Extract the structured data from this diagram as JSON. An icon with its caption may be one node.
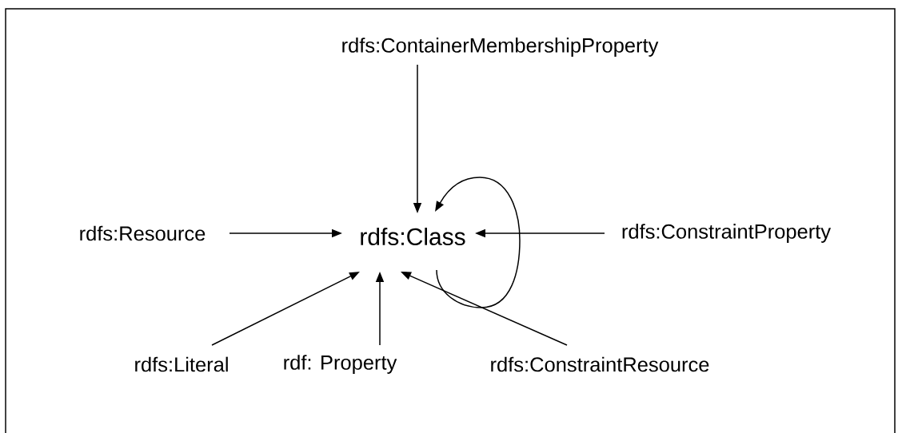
{
  "diagram": {
    "nodes": [
      {
        "text": [
          "rdfs:Class"
        ]
      },
      {
        "text": [
          "rdfs:ContainerMembershipProperty"
        ]
      },
      {
        "text": [
          "rdfs:Resource"
        ]
      },
      {
        "text": [
          "rdfs:ConstraintProperty"
        ]
      },
      {
        "text": [
          "rdfs:Literal"
        ]
      },
      {
        "text": [
          "rdf: Property"
        ]
      },
      {
        "text": [
          "rdfs:ConstraintResource"
        ]
      }
    ],
    "edges": [
      {
        "from": 1,
        "to": 0,
        "arrow": "to"
      },
      {
        "from": 2,
        "to": 0,
        "arrow": "to"
      },
      {
        "from": 3,
        "to": 0,
        "arrow": "to"
      },
      {
        "from": 0,
        "to": 0,
        "arrow": "to"
      },
      {
        "from": 4,
        "to": 0,
        "arrow": "to"
      },
      {
        "from": 5,
        "to": 0,
        "arrow": "to"
      },
      {
        "from": 6,
        "to": 0,
        "arrow": "to"
      }
    ]
  }
}
